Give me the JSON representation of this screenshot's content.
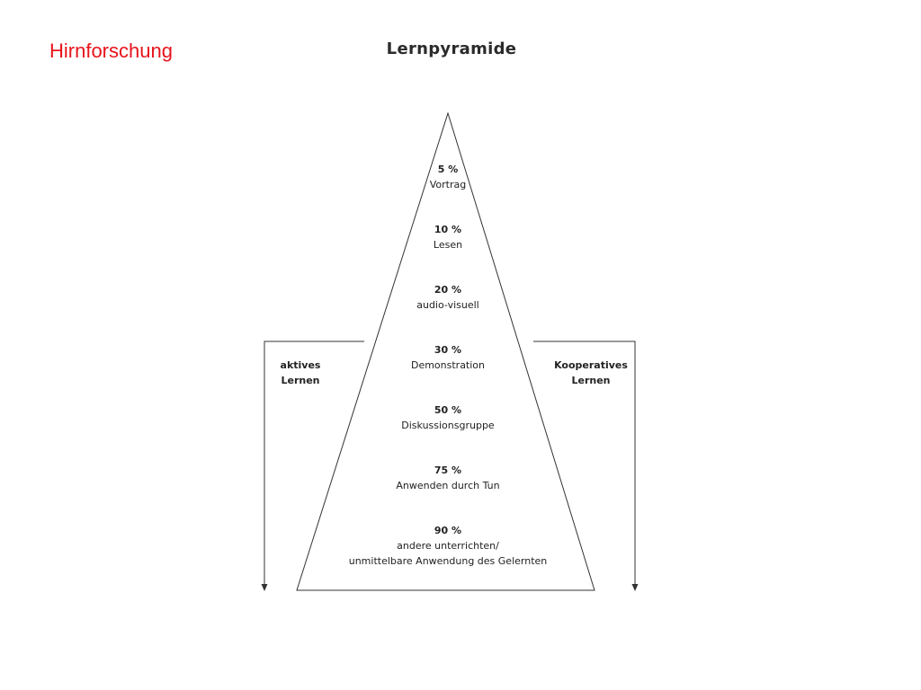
{
  "slide": {
    "section_title": "Hirnforschung",
    "accent_color": "#e8141b"
  },
  "diagram": {
    "title": "Lernpyramide",
    "levels": [
      {
        "percent": "5 %",
        "label": "Vortrag"
      },
      {
        "percent": "10 %",
        "label": "Lesen"
      },
      {
        "percent": "20 %",
        "label": "audio-visuell"
      },
      {
        "percent": "30 %",
        "label": "Demonstration"
      },
      {
        "percent": "50 %",
        "label": "Diskussionsgruppe"
      },
      {
        "percent": "75 %",
        "label": "Anwenden durch Tun"
      },
      {
        "percent": "90 %",
        "label": "andere unterrichten/\nunmittelbare Anwendung des Gelernten"
      }
    ],
    "left_label": "aktives\nLernen",
    "right_label": "Kooperatives\nLernen"
  }
}
